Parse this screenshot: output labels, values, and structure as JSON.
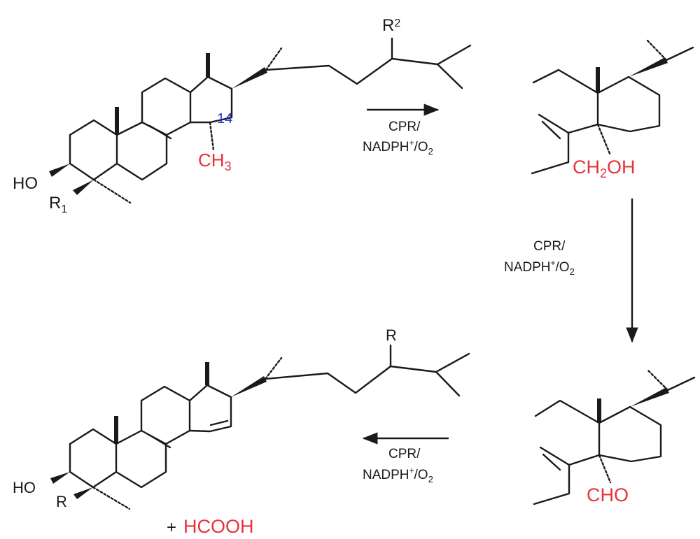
{
  "colors": {
    "bond": "#1a1a1a",
    "highlight": "#e8323b",
    "locant": "#1f2fc8"
  },
  "reagent": {
    "line1": "CPR/",
    "line2_main": "NADPH",
    "line2_sup": "+",
    "line2_rest": "/O",
    "line2_sub": "2"
  },
  "substrate": {
    "ho": "HO",
    "r1": "R",
    "r1_sub": "1",
    "r2": "R",
    "r2_sub": "2",
    "locant": "14",
    "methyl_main": "CH",
    "methyl_sub": "3"
  },
  "alcohol": {
    "main_pre": "CH",
    "main_sub": "2",
    "main_post": "OH"
  },
  "aldehyde": {
    "group": "CHO"
  },
  "product": {
    "ho": "HO",
    "r": "R",
    "r_side": "R",
    "byproduct_plus": "+",
    "byproduct": "HCOOH"
  }
}
